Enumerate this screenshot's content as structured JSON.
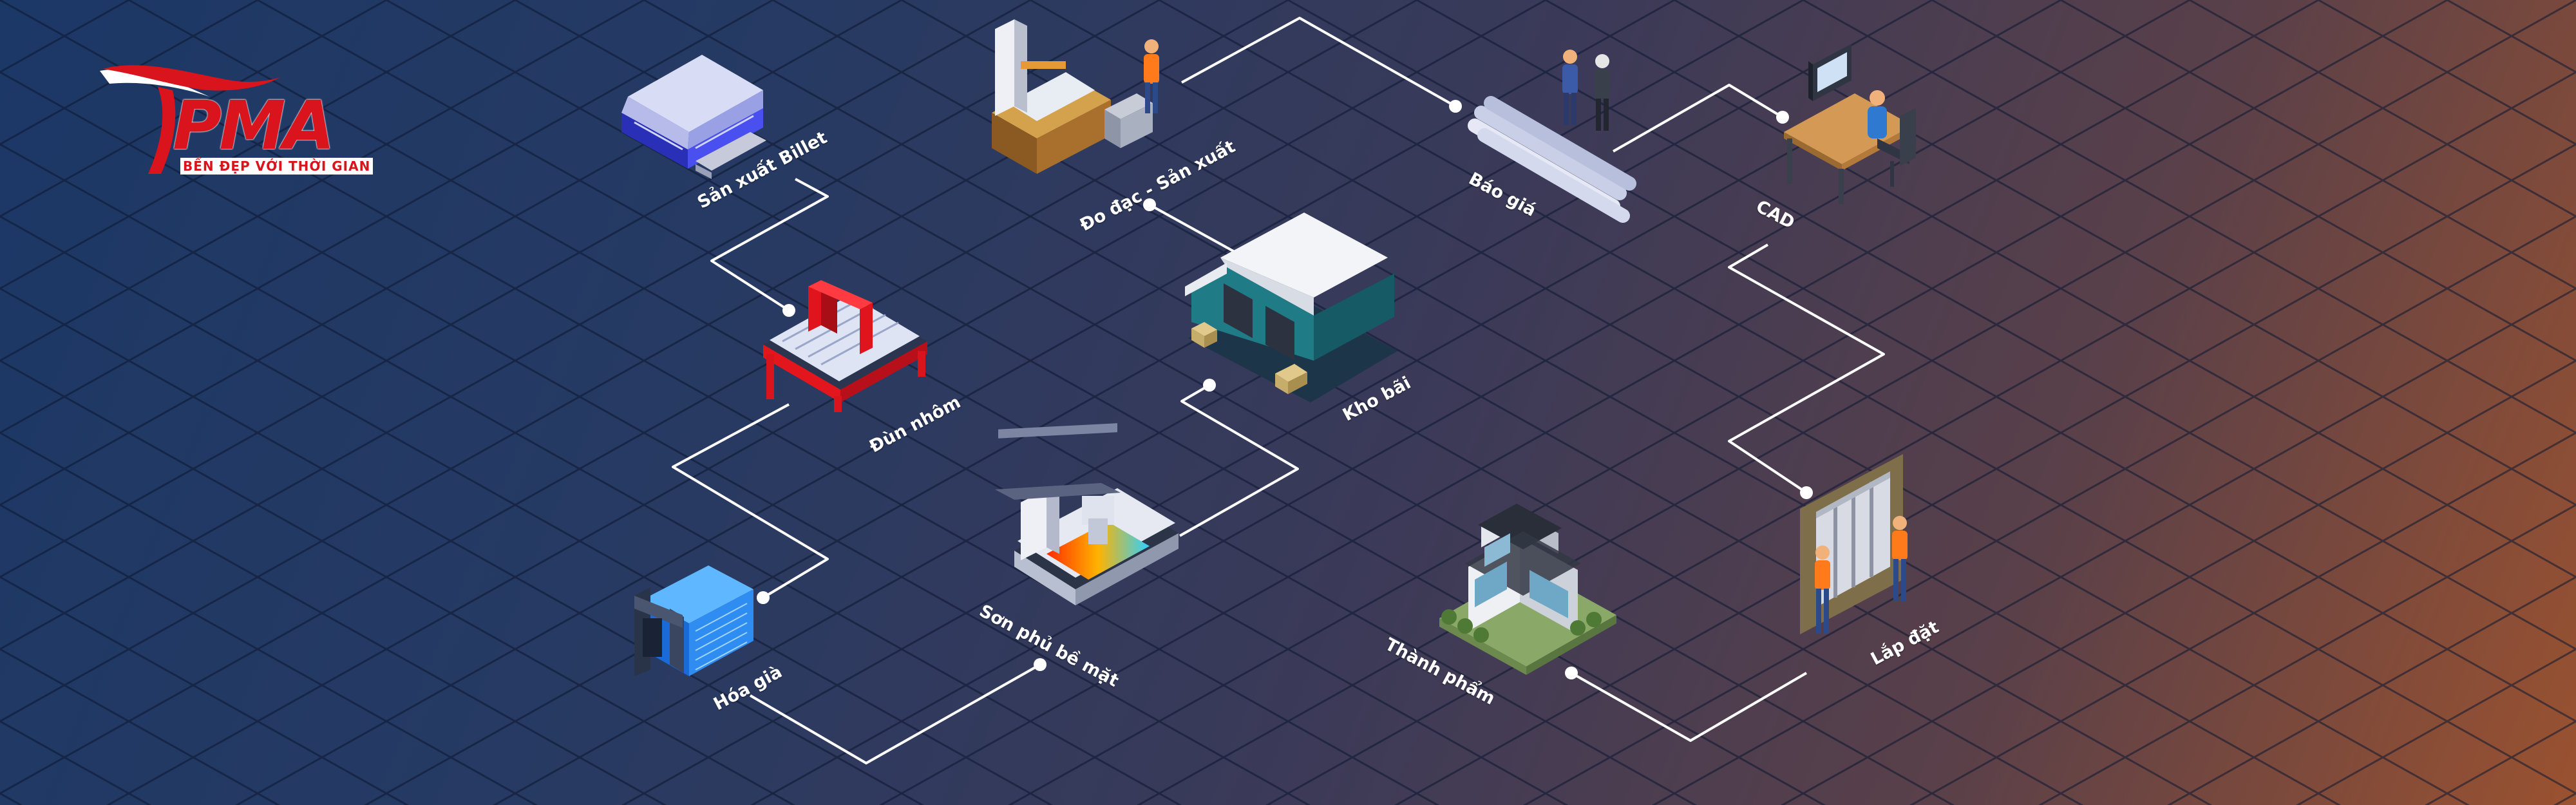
{
  "logo": {
    "brand": "PMA",
    "tagline": "BỀN ĐẸP VỚI THỜI GIAN"
  },
  "steps": [
    {
      "label": "Sản xuất Billet"
    },
    {
      "label": "Đùn nhôm"
    },
    {
      "label": "Hóa già"
    },
    {
      "label": "Sơn phủ bề mặt"
    },
    {
      "label": "Kho bãi"
    },
    {
      "label": "Đo đạc - Sản xuất"
    },
    {
      "label": "Báo giá"
    },
    {
      "label": "CAD"
    },
    {
      "label": "Lắp đặt"
    },
    {
      "label": "Thành phẩm"
    }
  ],
  "colors": {
    "accent": "#d9141d",
    "connector": "#ffffff",
    "grid": "#0e1a33"
  }
}
